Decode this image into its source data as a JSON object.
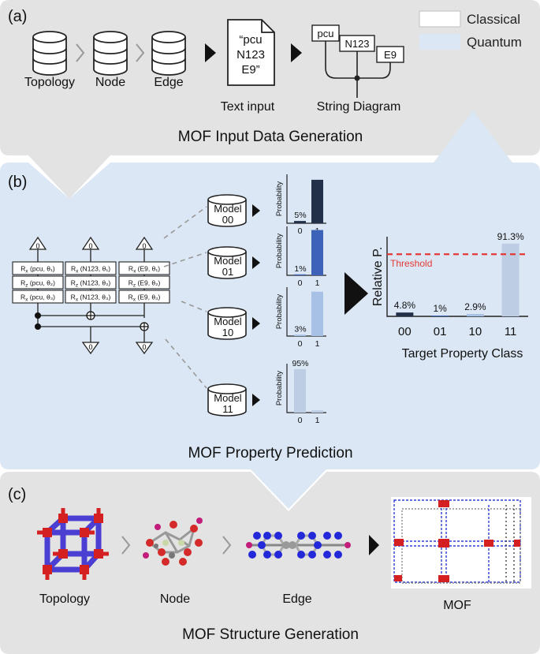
{
  "colors": {
    "classical_panel": "#e3e3e3",
    "quantum_panel": "#dbe7f4",
    "bar_00": "#22304a",
    "bar_01": "#3d63b8",
    "bar_10": "#a6c0e6",
    "bar_11": "#bccde4",
    "threshold": "#e53935"
  },
  "legend": {
    "classical": "Classical",
    "quantum": "Quantum"
  },
  "panel_a": {
    "tag": "(a)",
    "title": "MOF Input Data Generation",
    "db_labels": [
      "Topology",
      "Node",
      "Edge"
    ],
    "doc_lines": [
      "“pcu",
      "N123",
      "E9”"
    ],
    "text_input_label": "Text input",
    "string_boxes": [
      "pcu",
      "N123",
      "E9"
    ],
    "string_diagram_label": "String Diagram"
  },
  "panel_b": {
    "tag": "(b)",
    "title": "MOF Property Prediction",
    "circuit": {
      "top_state": "0",
      "bottom_state": "0",
      "gate_rows": [
        [
          "R_x (pcu, θ₁)",
          "R_x (N123, θ₁)",
          "R_x (E9, θ₁)"
        ],
        [
          "R_z (pcu, θ₂)",
          "R_z (N123, θ₂)",
          "R_z (E9, θ₂)"
        ],
        [
          "R_x (pcu, θ₃)",
          "R_x (N123, θ₃)",
          "R_x (E9, θ₃)"
        ]
      ]
    },
    "models": [
      {
        "name": "Model",
        "code": "00",
        "p0_label": "5%",
        "p0": 0.05,
        "p1": 0.95,
        "label_on": "p0"
      },
      {
        "name": "Model",
        "code": "01",
        "p0_label": "1%",
        "p0": 0.01,
        "p1": 0.99,
        "label_on": "p0"
      },
      {
        "name": "Model",
        "code": "10",
        "p0_label": "3%",
        "p0": 0.03,
        "p1": 0.97,
        "label_on": "p0"
      },
      {
        "name": "Model",
        "code": "11",
        "p0_label": "95%",
        "p0": 0.95,
        "p1": 0.05,
        "label_on": "p0"
      }
    ],
    "mini_axis": {
      "ylabel": "Probability",
      "xticks": [
        "0",
        "1"
      ]
    }
  },
  "chart_data": {
    "type": "bar",
    "categories": [
      "00",
      "01",
      "10",
      "11"
    ],
    "values": [
      4.8,
      1,
      2.9,
      91.3
    ],
    "value_labels": [
      "4.8%",
      "1%",
      "2.9%",
      "91.3%"
    ],
    "ylabel": "Relative P.",
    "xlabel": "Target Property Class",
    "threshold_label": "Threshold",
    "threshold": 78,
    "ylim": [
      0,
      100
    ]
  },
  "panel_c": {
    "tag": "(c)",
    "title": "MOF Structure Generation",
    "labels": [
      "Topology",
      "Node",
      "Edge",
      "MOF"
    ]
  }
}
